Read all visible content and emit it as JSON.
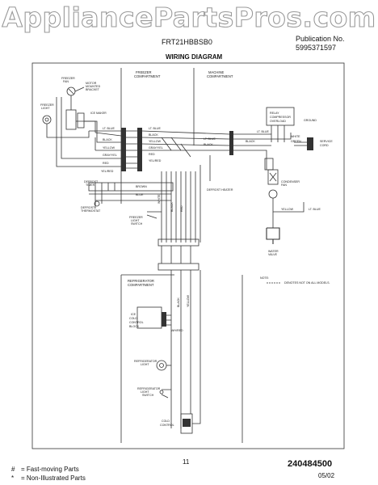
{
  "watermark": "AppliancePartsPros.com",
  "header": {
    "model": "FRT21HBBSB0",
    "publication_label": "Publication No.",
    "publication_number": "5995371597"
  },
  "diagram": {
    "title": "WIRING DIAGRAM",
    "compartments": {
      "freezer": [
        "FREEZER",
        "COMPARTMENT"
      ],
      "machine": [
        "MACHINE",
        "COMPARTMENT"
      ],
      "refrigerator": [
        "REFRIGERATOR",
        "COMPARTMENT"
      ]
    },
    "components": {
      "freezer_fan": [
        "FREEZER",
        "FAN"
      ],
      "motor_mounted_bracket": [
        "MOTOR",
        "MOUNTED",
        "BRACKET"
      ],
      "freezer_light": [
        "FREEZER",
        "LIGHT"
      ],
      "ice_maker": "ICE MAKER",
      "defrost_timer": [
        "DEFROST",
        "TIMER"
      ],
      "defrost_thermostat": [
        "DEFROST",
        "THERMOSTAT"
      ],
      "freezer_light_switch": [
        "FREEZER",
        "LIGHT",
        "SWITCH"
      ],
      "compressor": [
        "RELAY",
        "COMPRESSOR",
        "OVERLOAD"
      ],
      "condenser_fan": [
        "CONDENSER",
        "FAN"
      ],
      "water_valve": [
        "WATER",
        "VALVE"
      ],
      "service_cord": [
        "SERVICE",
        "CORD"
      ],
      "ground": "GROUND",
      "defrost_heater": "DEFROST HEATER",
      "refrigerator_light": [
        "REFRIGERATOR",
        "LIGHT"
      ],
      "refrigerator_light_switch": [
        "REFRIGERATOR",
        "LIGHT",
        "SWITCH"
      ],
      "cold_control": [
        "COLD",
        "CONTROL"
      ],
      "cold_control_block": [
        "ICE",
        "COLD",
        "CONTROL",
        "BLOCK"
      ]
    },
    "wire_colors": {
      "lt_blue": "LT. BLUE",
      "black": "BLACK",
      "yellow": "YELLOW",
      "gray_yel": "GRAY/YEL",
      "red": "RED",
      "yel_red": "YEL/RED",
      "white": "WHITE",
      "brown": "BROWN",
      "blue": "BLUE",
      "green": "GREEN",
      "wh_red": "WH/RED"
    },
    "note_title": "NOTE:",
    "note_text": "DENOTES NOT ON ALL MODELS."
  },
  "footer": {
    "page_number": "11",
    "document_number": "240484500",
    "date": "05/02",
    "legend": [
      {
        "symbol": "#",
        "text": "= Fast-moving Parts"
      },
      {
        "symbol": "*",
        "text": "= Non-Illustrated Parts"
      }
    ]
  }
}
